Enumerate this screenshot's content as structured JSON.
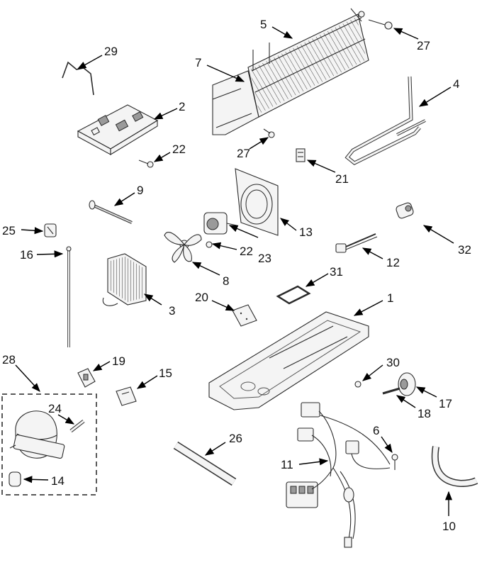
{
  "diagram": {
    "callouts": [
      {
        "id": "5",
        "label": "5"
      },
      {
        "id": "27a",
        "label": "27"
      },
      {
        "id": "29",
        "label": "29"
      },
      {
        "id": "7",
        "label": "7"
      },
      {
        "id": "4",
        "label": "4"
      },
      {
        "id": "2",
        "label": "2"
      },
      {
        "id": "22a",
        "label": "22"
      },
      {
        "id": "27b",
        "label": "27"
      },
      {
        "id": "21",
        "label": "21"
      },
      {
        "id": "9",
        "label": "9"
      },
      {
        "id": "25",
        "label": "25"
      },
      {
        "id": "13",
        "label": "13"
      },
      {
        "id": "32",
        "label": "32"
      },
      {
        "id": "23",
        "label": "23"
      },
      {
        "id": "22b",
        "label": "22"
      },
      {
        "id": "16",
        "label": "16"
      },
      {
        "id": "8",
        "label": "8"
      },
      {
        "id": "12",
        "label": "12"
      },
      {
        "id": "31",
        "label": "31"
      },
      {
        "id": "3",
        "label": "3"
      },
      {
        "id": "20",
        "label": "20"
      },
      {
        "id": "1",
        "label": "1"
      },
      {
        "id": "28",
        "label": "28"
      },
      {
        "id": "19",
        "label": "19"
      },
      {
        "id": "30",
        "label": "30"
      },
      {
        "id": "15",
        "label": "15"
      },
      {
        "id": "17",
        "label": "17"
      },
      {
        "id": "24",
        "label": "24"
      },
      {
        "id": "18",
        "label": "18"
      },
      {
        "id": "26",
        "label": "26"
      },
      {
        "id": "6",
        "label": "6"
      },
      {
        "id": "11",
        "label": "11"
      },
      {
        "id": "14",
        "label": "14"
      },
      {
        "id": "10",
        "label": "10"
      }
    ]
  }
}
